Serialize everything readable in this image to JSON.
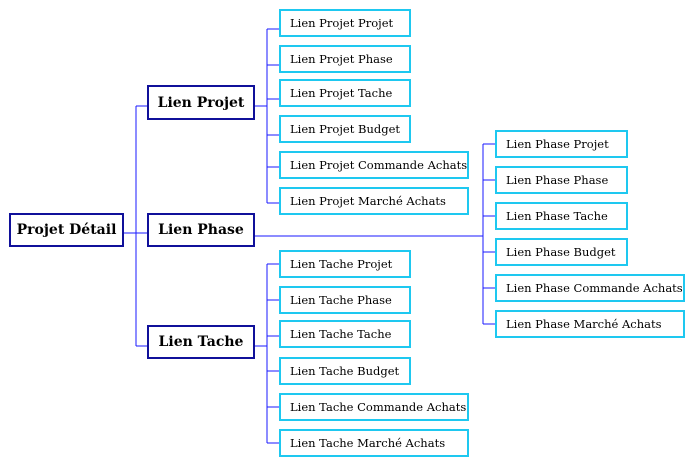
{
  "root": {
    "label": "Projet Détail"
  },
  "groups": [
    {
      "label": "Lien Projet",
      "items": [
        "Lien Projet Projet",
        "Lien Projet Phase",
        "Lien Projet Tache",
        "Lien Projet Budget",
        "Lien Projet Commande Achats",
        "Lien Projet Marché Achats"
      ]
    },
    {
      "label": "Lien Phase",
      "items": [
        "Lien Phase Projet",
        "Lien Phase Phase",
        "Lien Phase Tache",
        "Lien Phase Budget",
        "Lien Phase Commande Achats",
        "Lien Phase Marché Achats"
      ]
    },
    {
      "label": "Lien Tache",
      "items": [
        "Lien Tache Projet",
        "Lien Tache Phase",
        "Lien Tache Tache",
        "Lien Tache Budget",
        "Lien Tache Commande Achats",
        "Lien Tache Marché Achats"
      ]
    }
  ],
  "colors": {
    "connector": "#1a1aff",
    "main_border": "#10109a",
    "leaf_border": "#1ec8f0"
  }
}
